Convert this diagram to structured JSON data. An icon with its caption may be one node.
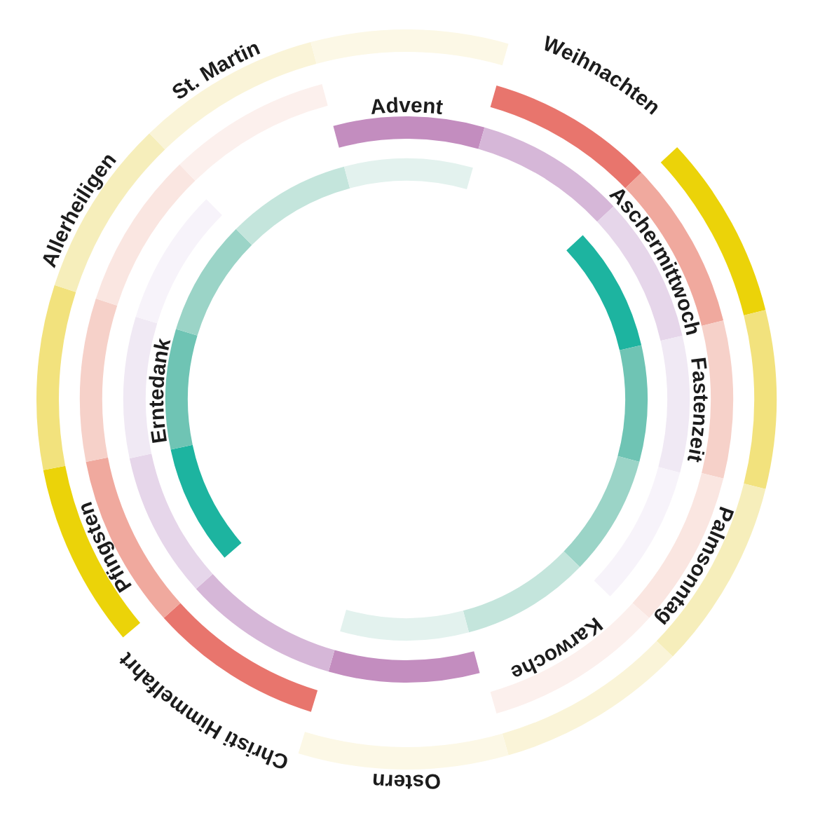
{
  "diagram": {
    "labels": [
      "Advent",
      "Weihnachten",
      "Aschermittwoch",
      "Fastenzeit",
      "Palmsonntag",
      "Karwoche",
      "Ostern",
      "Christi Himmelfahrt",
      "Pfingsten",
      "Erntedank",
      "Allerheiligen",
      "St. Martin"
    ]
  }
}
